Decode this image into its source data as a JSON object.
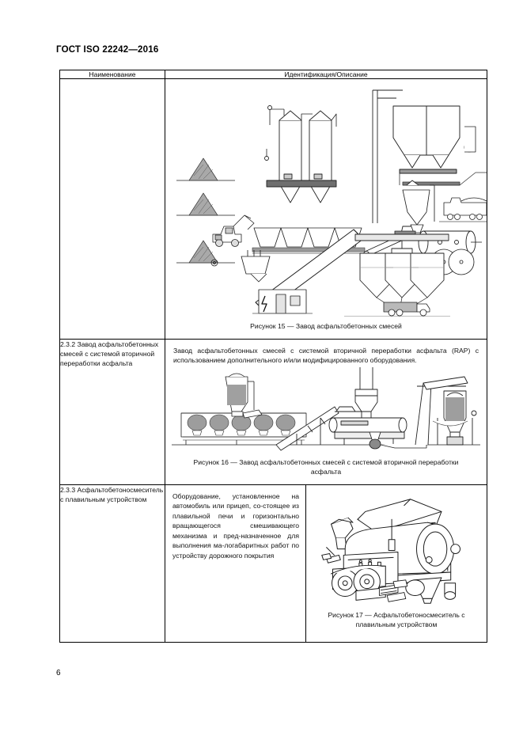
{
  "document": {
    "standard_title": "ГОСТ ISO 22242—2016",
    "page_number": "6"
  },
  "table": {
    "headers": {
      "name": "Наименование",
      "identification": "Идентификация/Описание"
    },
    "rows": [
      {
        "id": "row-fig15",
        "name": "",
        "description": "",
        "figure_caption": "Рисунок 15 — Завод асфальтобетонных смесей",
        "figure_name": "asphalt-mixing-plant-diagram"
      },
      {
        "id": "row-2-3-2",
        "name": "2.3.2 Завод асфальто-бетонных смесей с си-стемой вторичной пере-работки асфальта",
        "name_plain": "2.3.2 Завод асфальтобетонных смесей с системой вторичной переработки асфальта",
        "description": "Завод асфальтобетонных смесей с системой вторичной переработки асфальта (RAP) с использованием дополнительного и/или модифицированного оборудования.",
        "figure_caption": "Рисунок 16 — Завод асфальтобетонных смесей с системой вторичной переработки асфальта",
        "figure_name": "rap-asphalt-plant-diagram"
      },
      {
        "id": "row-2-3-3",
        "name": "2.3.3 Асфальтобетоно-смеситель с плавиль-ным устройством",
        "name_plain": "2.3.3 Асфальтобетоносмеситель с плавильным устройством",
        "description": "Оборудование, установленное на автомобиль или прицеп, со-стоящее из плавильной печи и горизонтально вращающегося смешивающего механизма и пред-назначенное для выполнения ма-логабаритных работ по устройству дорожного покрытия",
        "figure_caption": "Рисунок 17 — Асфальтобетоносмеситель с плавильным устройством",
        "figure_name": "towed-asphalt-mixer-illustration"
      }
    ]
  },
  "colors": {
    "ink": "#000000",
    "text": "#111111",
    "paper": "#ffffff",
    "line": "#333333",
    "fill_gray": "#9a9a9a"
  }
}
